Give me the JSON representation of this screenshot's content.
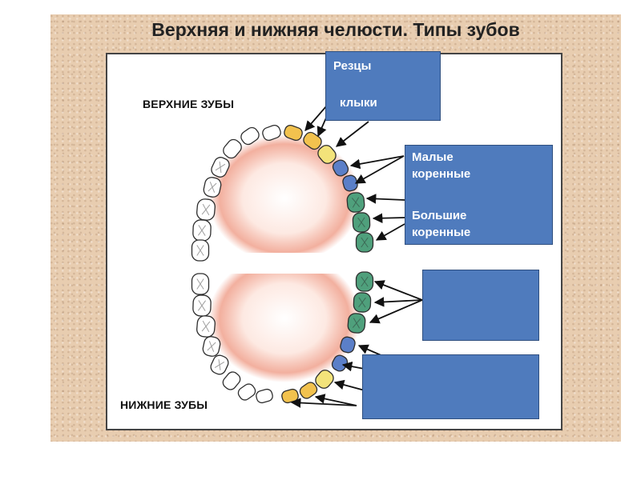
{
  "title": "Верхняя и нижняя челюсти. Типы зубов",
  "jaw_labels": {
    "upper": "ВЕРХНИЕ ЗУБЫ",
    "lower": "НИЖНИЕ ЗУБЫ"
  },
  "boxes": {
    "incisors_canines": {
      "incisors": "Резцы",
      "canines": "клыки"
    },
    "molars": {
      "premolars_line1": "Малые",
      "premolars_line2": "коренные",
      "molars_line1": "Большие",
      "molars_line2": "коренные"
    },
    "lower_molars": {},
    "lower_front": {}
  },
  "colors": {
    "box_fill": "#4f7bbd",
    "incisor": "#f2c24e",
    "canine": "#f3e37a",
    "premolar": "#5b7fc8",
    "molar": "#4fa07c",
    "molar_untyped": "#ffffff"
  }
}
